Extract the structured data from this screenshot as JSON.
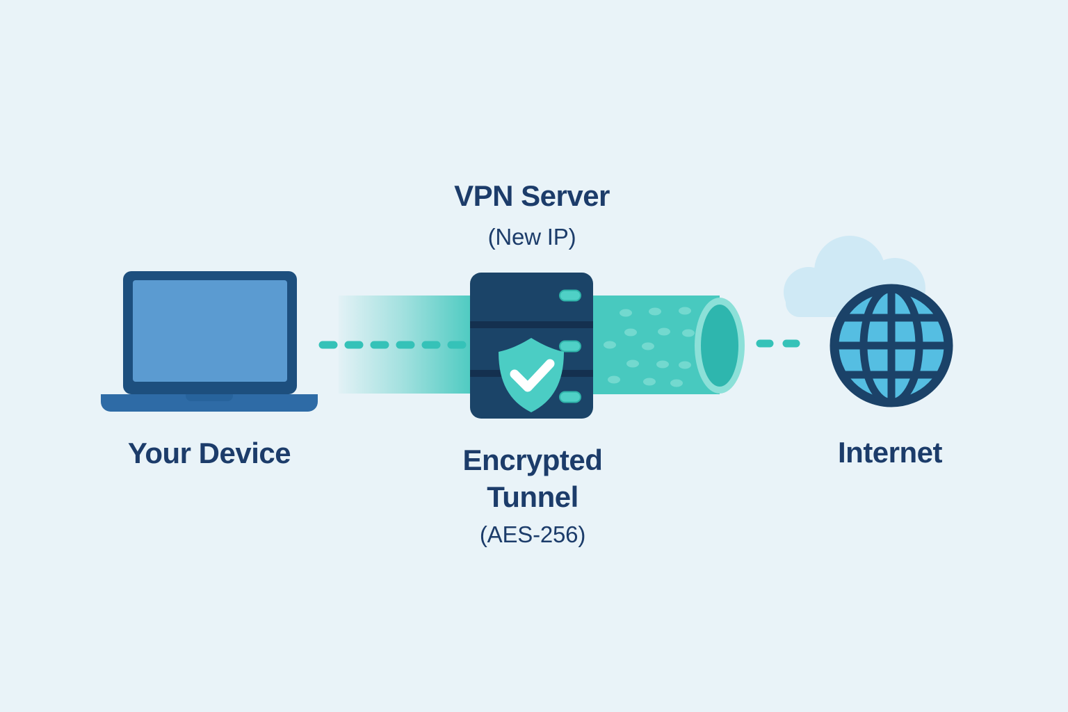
{
  "title": "VPN connection diagram",
  "nodes": {
    "device": {
      "label": "Your Device"
    },
    "server": {
      "title": "VPN Server",
      "subtitle": "(New IP)"
    },
    "tunnel": {
      "label": "Encrypted Tunnel",
      "subtitle": "(AES-256)"
    },
    "internet": {
      "label": "Internet"
    }
  },
  "palette": {
    "background": "#e9f3f8",
    "text_navy": "#1c3c6a",
    "teal_dash": "#35c2b8",
    "teal_dot": "#7eddd3",
    "tunnel_fill": "#48c9bf",
    "tunnel_ring": "#8ce0d8",
    "tunnel_inner": "#2eb6ae",
    "laptop_frame": "#1d4f7e",
    "laptop_screen": "#5b9bd1",
    "laptop_base": "#2e6ba6",
    "laptop_notch": "#27639c",
    "server_body": "#1b4468",
    "server_divider": "#14304f",
    "server_led": "#4fd0c6",
    "shield": "#4bcdc4",
    "check": "#ffffff",
    "cloud": "#cfe9f5",
    "globe_fill": "#55bee2",
    "globe_stroke": "#1b4268"
  }
}
